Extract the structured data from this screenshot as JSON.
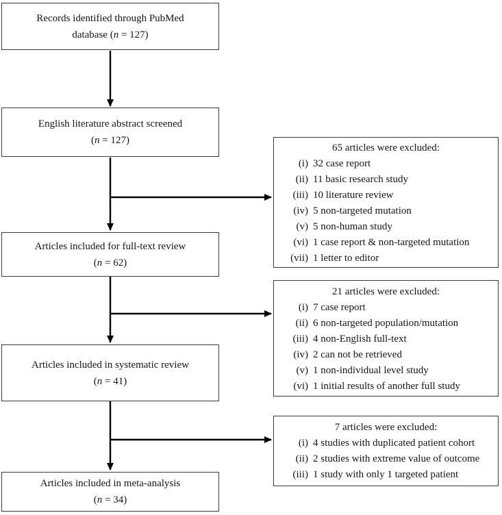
{
  "colors": {
    "box_border": "#383838",
    "arrow": "#000000",
    "text": "#161616",
    "background": "#ffffff"
  },
  "flow_boxes": [
    {
      "id": "records-identified",
      "line1": "Records identified through PubMed",
      "line2_pre": "database (",
      "line2_var": "n",
      "line2_post": " = 127)"
    },
    {
      "id": "abstract-screened",
      "line1": "English literature abstract screened",
      "line2_pre": "(",
      "line2_var": "n",
      "line2_post": " = 127)"
    },
    {
      "id": "fulltext-review",
      "line1": "Articles included for full-text review",
      "line2_pre": "(",
      "line2_var": "n",
      "line2_post": " = 62)"
    },
    {
      "id": "systematic-review",
      "line1": "Articles included in systematic review",
      "line2_pre": "(",
      "line2_var": "n",
      "line2_post": " = 41)"
    },
    {
      "id": "meta-analysis",
      "line1": "Articles included in meta-analysis",
      "line2_pre": "(",
      "line2_var": "n",
      "line2_post": " = 34)"
    }
  ],
  "exclusion_boxes": [
    {
      "id": "excluded-abstract-stage",
      "title": "65 articles were excluded:",
      "items": [
        {
          "num": "(i)",
          "text": "32 case report"
        },
        {
          "num": "(ii)",
          "text": "11 basic research study"
        },
        {
          "num": "(iii)",
          "text": "10 literature review"
        },
        {
          "num": "(iv)",
          "text": "5 non-targeted mutation"
        },
        {
          "num": "(v)",
          "text": "5 non-human study"
        },
        {
          "num": "(vi)",
          "text": "1 case report & non-targeted mutation"
        },
        {
          "num": "(vii)",
          "text": "1 letter to editor"
        }
      ]
    },
    {
      "id": "excluded-fulltext-stage",
      "title": "21 articles were excluded:",
      "items": [
        {
          "num": "(i)",
          "text": "7 case report"
        },
        {
          "num": "(ii)",
          "text": "6 non-targeted population/mutation"
        },
        {
          "num": "(iii)",
          "text": "4 non-English full-text"
        },
        {
          "num": "(iv)",
          "text": "2 can not be retrieved"
        },
        {
          "num": "(v)",
          "text": "1 non-individual level study"
        },
        {
          "num": "(vi)",
          "text": "1 initial results of another full study"
        }
      ]
    },
    {
      "id": "excluded-meta-stage",
      "title": "7 articles were excluded:",
      "items": [
        {
          "num": "(i)",
          "text": "4 studies with duplicated patient cohort"
        },
        {
          "num": "(ii)",
          "text": "2 studies with extreme value of outcome"
        },
        {
          "num": "(iii)",
          "text": "1 study with only 1 targeted patient"
        }
      ]
    }
  ]
}
